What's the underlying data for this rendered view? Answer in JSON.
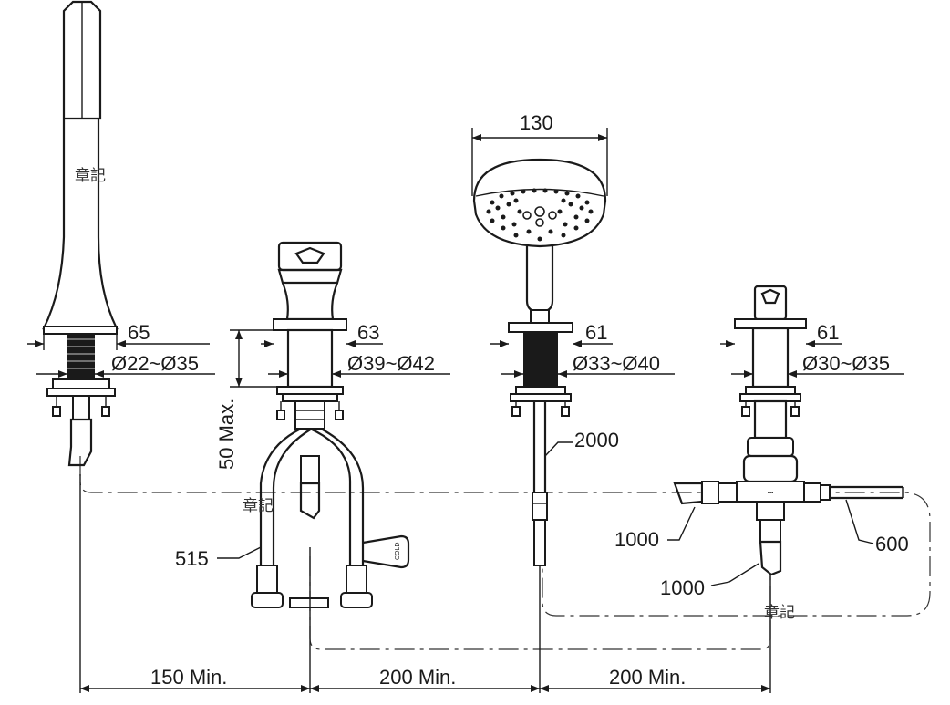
{
  "dimensions": {
    "spout_width": "65",
    "spout_hole": "Ø22~Ø35",
    "handle_width": "63",
    "handle_hole": "Ø39~Ø42",
    "handle_height": "50 Max.",
    "shower_head": "130",
    "shower_width": "61",
    "shower_hole": "Ø33~Ø40",
    "valve_width": "61",
    "valve_hole": "Ø30~Ø35",
    "hose_shower": "2000",
    "hose_handle": "515",
    "hose_valve_left": "1000",
    "hose_valve_down": "1000",
    "hose_valve_right": "600",
    "spacing_1": "150 Min.",
    "spacing_2": "200 Min.",
    "spacing_3": "200 Min."
  },
  "labels": {
    "cold": "COLD"
  },
  "watermarks": [
    "章記",
    "章記",
    "章記"
  ]
}
